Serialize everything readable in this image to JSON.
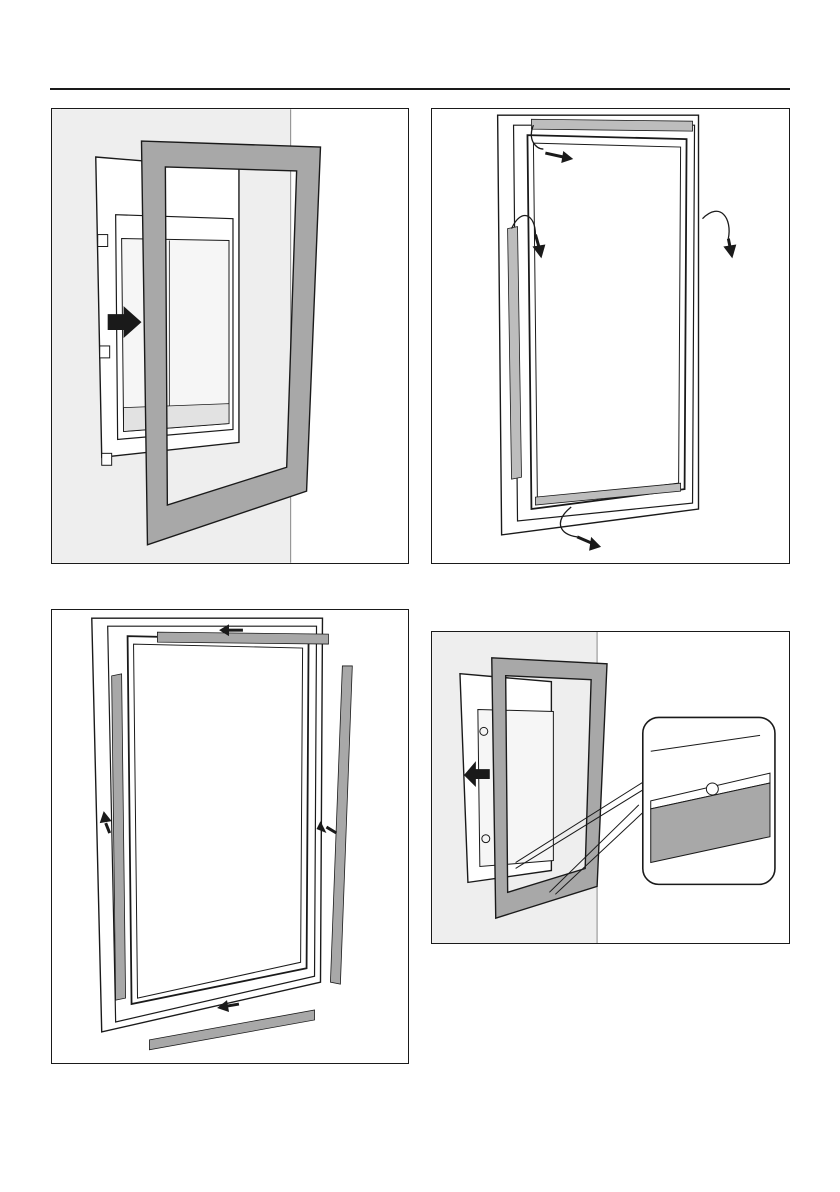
{
  "page": {
    "panels": [
      {
        "illustration": "attach-trim-frame"
      },
      {
        "illustration": "peel-adhesive-strips"
      },
      {
        "illustration": "apply-seal-strips"
      },
      {
        "illustration": "check-frame-seal-detail"
      }
    ]
  },
  "colors": {
    "wall": "#eeeeee",
    "trim": "#a8a8a8",
    "line": "#1a1a1a",
    "white": "#ffffff"
  }
}
